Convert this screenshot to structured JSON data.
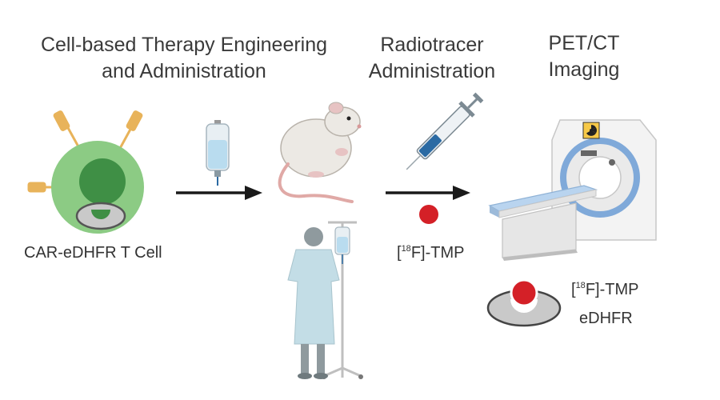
{
  "headings": {
    "engineering_line1": "Cell-based Therapy Engineering",
    "engineering_line2": "and Administration",
    "radiotracer_line1": "Radiotracer",
    "radiotracer_line2": "Administration",
    "imaging_line1": "PET/CT",
    "imaging_line2": "Imaging"
  },
  "labels": {
    "cell": "CAR-eDHFR T Cell",
    "tracer_bracket_open": "[",
    "tracer_isotope": "18",
    "tracer_name": "F]-TMP",
    "legend_tracer_bracket_open": "[",
    "legend_tracer_isotope": "18",
    "legend_tracer_name": "F]-TMP",
    "legend_receptor": "eDHFR"
  },
  "colors": {
    "cell_outer": "#8ccb84",
    "cell_inner": "#3f8f45",
    "receptor": "#c9c9c9",
    "tracer": "#d42027",
    "arrow": "#1a1a1a",
    "scanner_ring": "#7fa9d9",
    "iv_fluid": "#b9dcef"
  },
  "icons": [
    "t-cell-icon",
    "iv-bag-icon",
    "rat-icon",
    "patient-iv-icon",
    "syringe-icon",
    "pet-ct-scanner-icon",
    "radiation-icon"
  ]
}
